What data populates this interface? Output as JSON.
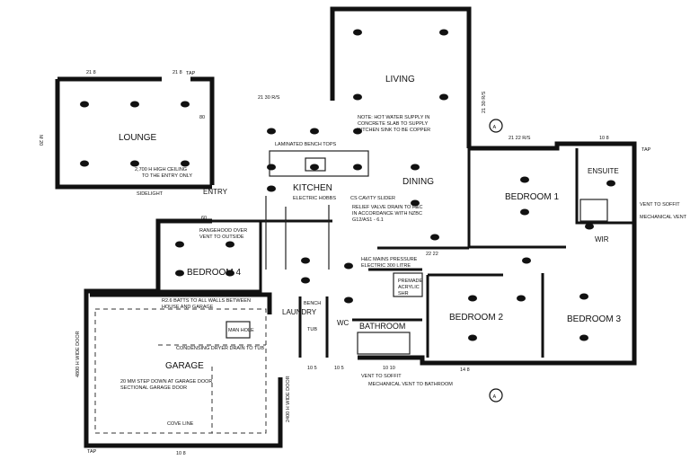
{
  "rooms": {
    "lounge": "LOUNGE",
    "living": "LIVING",
    "kitchen": "KITCHEN",
    "dining": "DINING",
    "bedroom1": "BEDROOM 1",
    "bedroom2": "BEDROOM 2",
    "bedroom3": "BEDROOM 3",
    "bedroom4": "BEDROOM 4",
    "ensuite": "ENSUITE",
    "wir": "WIR",
    "entry": "ENTRY",
    "laundry": "LAUNDRY",
    "wc": "WC",
    "bathroom": "BATHROOM",
    "garage": "GARAGE"
  },
  "notes": {
    "hot_water_1": "NOTE: HOT WATER SUPPLY IN",
    "hot_water_2": "CONCRETE SLAB TO SUPPLY",
    "hot_water_3": "KITCHEN SINK TO BE COPPER",
    "bench_tops": "LAMINATED BENCH TOPS",
    "ceiling_1": "2,700 H HIGH CEILING",
    "ceiling_2": "TO THE ENTRY ONLY",
    "sidelight": "SIDELIGHT",
    "hobbs": "ELECTRIC HOBBS",
    "slider": "CS CAVITY SLIDER",
    "relief_1": "RELIEF VALVE DRAIN TO H&C",
    "relief_2": "IN ACCORDANCE WITH NZBC",
    "relief_3": "G12/AS1 - 6.1",
    "rangehood_1": "RANGEHOOD OVER",
    "rangehood_2": "VENT TO OUTSIDE",
    "hwc_1": "H&C MAINS PRESSURE",
    "hwc_2": "ELECTRIC 300 LITRE",
    "premade_1": "PREMADE",
    "premade_2": "ACRYLIC",
    "premade_3": "SHR",
    "batts_1": "R2.6 BATTS TO ALL WALLS BETWEEN",
    "batts_2": "HOUSE AND GARAGE",
    "man_hole": "MAN HOLE",
    "dryer": "CONDENSING DRYER DRAIN TO TUB",
    "step_1": "20 MM STEP DOWN AT GARAGE DOOR",
    "step_2": "SECTIONAL GARAGE DOOR",
    "cove": "COVE LINE",
    "vent_soffit_1": "VENT TO SOFFIT",
    "mech_vent_1": "MECHANICAL VENT",
    "vent_soffit_2": "VENT TO SOFFIT",
    "mech_vent_2": "MECHANICAL VENT TO BATHROOM",
    "bench": "BENCH",
    "tub": "TUB"
  },
  "dims": {
    "d_21_8_lounge": "21 8",
    "d_21_30": "21 30 R/S",
    "d_21_30_v": "21 30 R/S",
    "d_21_22": "21 22 R/S",
    "d_27_1": "21 8",
    "d_10_8_ensuite": "10 8",
    "d_10_8_garage": "10 8",
    "d_10_8_bath": "10 10",
    "d_10_5a": "10 5",
    "d_10_5b": "10 5",
    "d_14_8": "14 8",
    "d_22_22": "22 22",
    "d_garage_door_1": "4800 H WIDE DOOR",
    "d_garage_door_2": "2400 H WIDE DOOR",
    "d_m20": "M 20",
    "tap1": "TAP",
    "tap2": "TAP",
    "tap3": "TAP",
    "sect_a1": "A",
    "sect_a2": "A",
    "h_80": "80",
    "h_60": "60"
  }
}
